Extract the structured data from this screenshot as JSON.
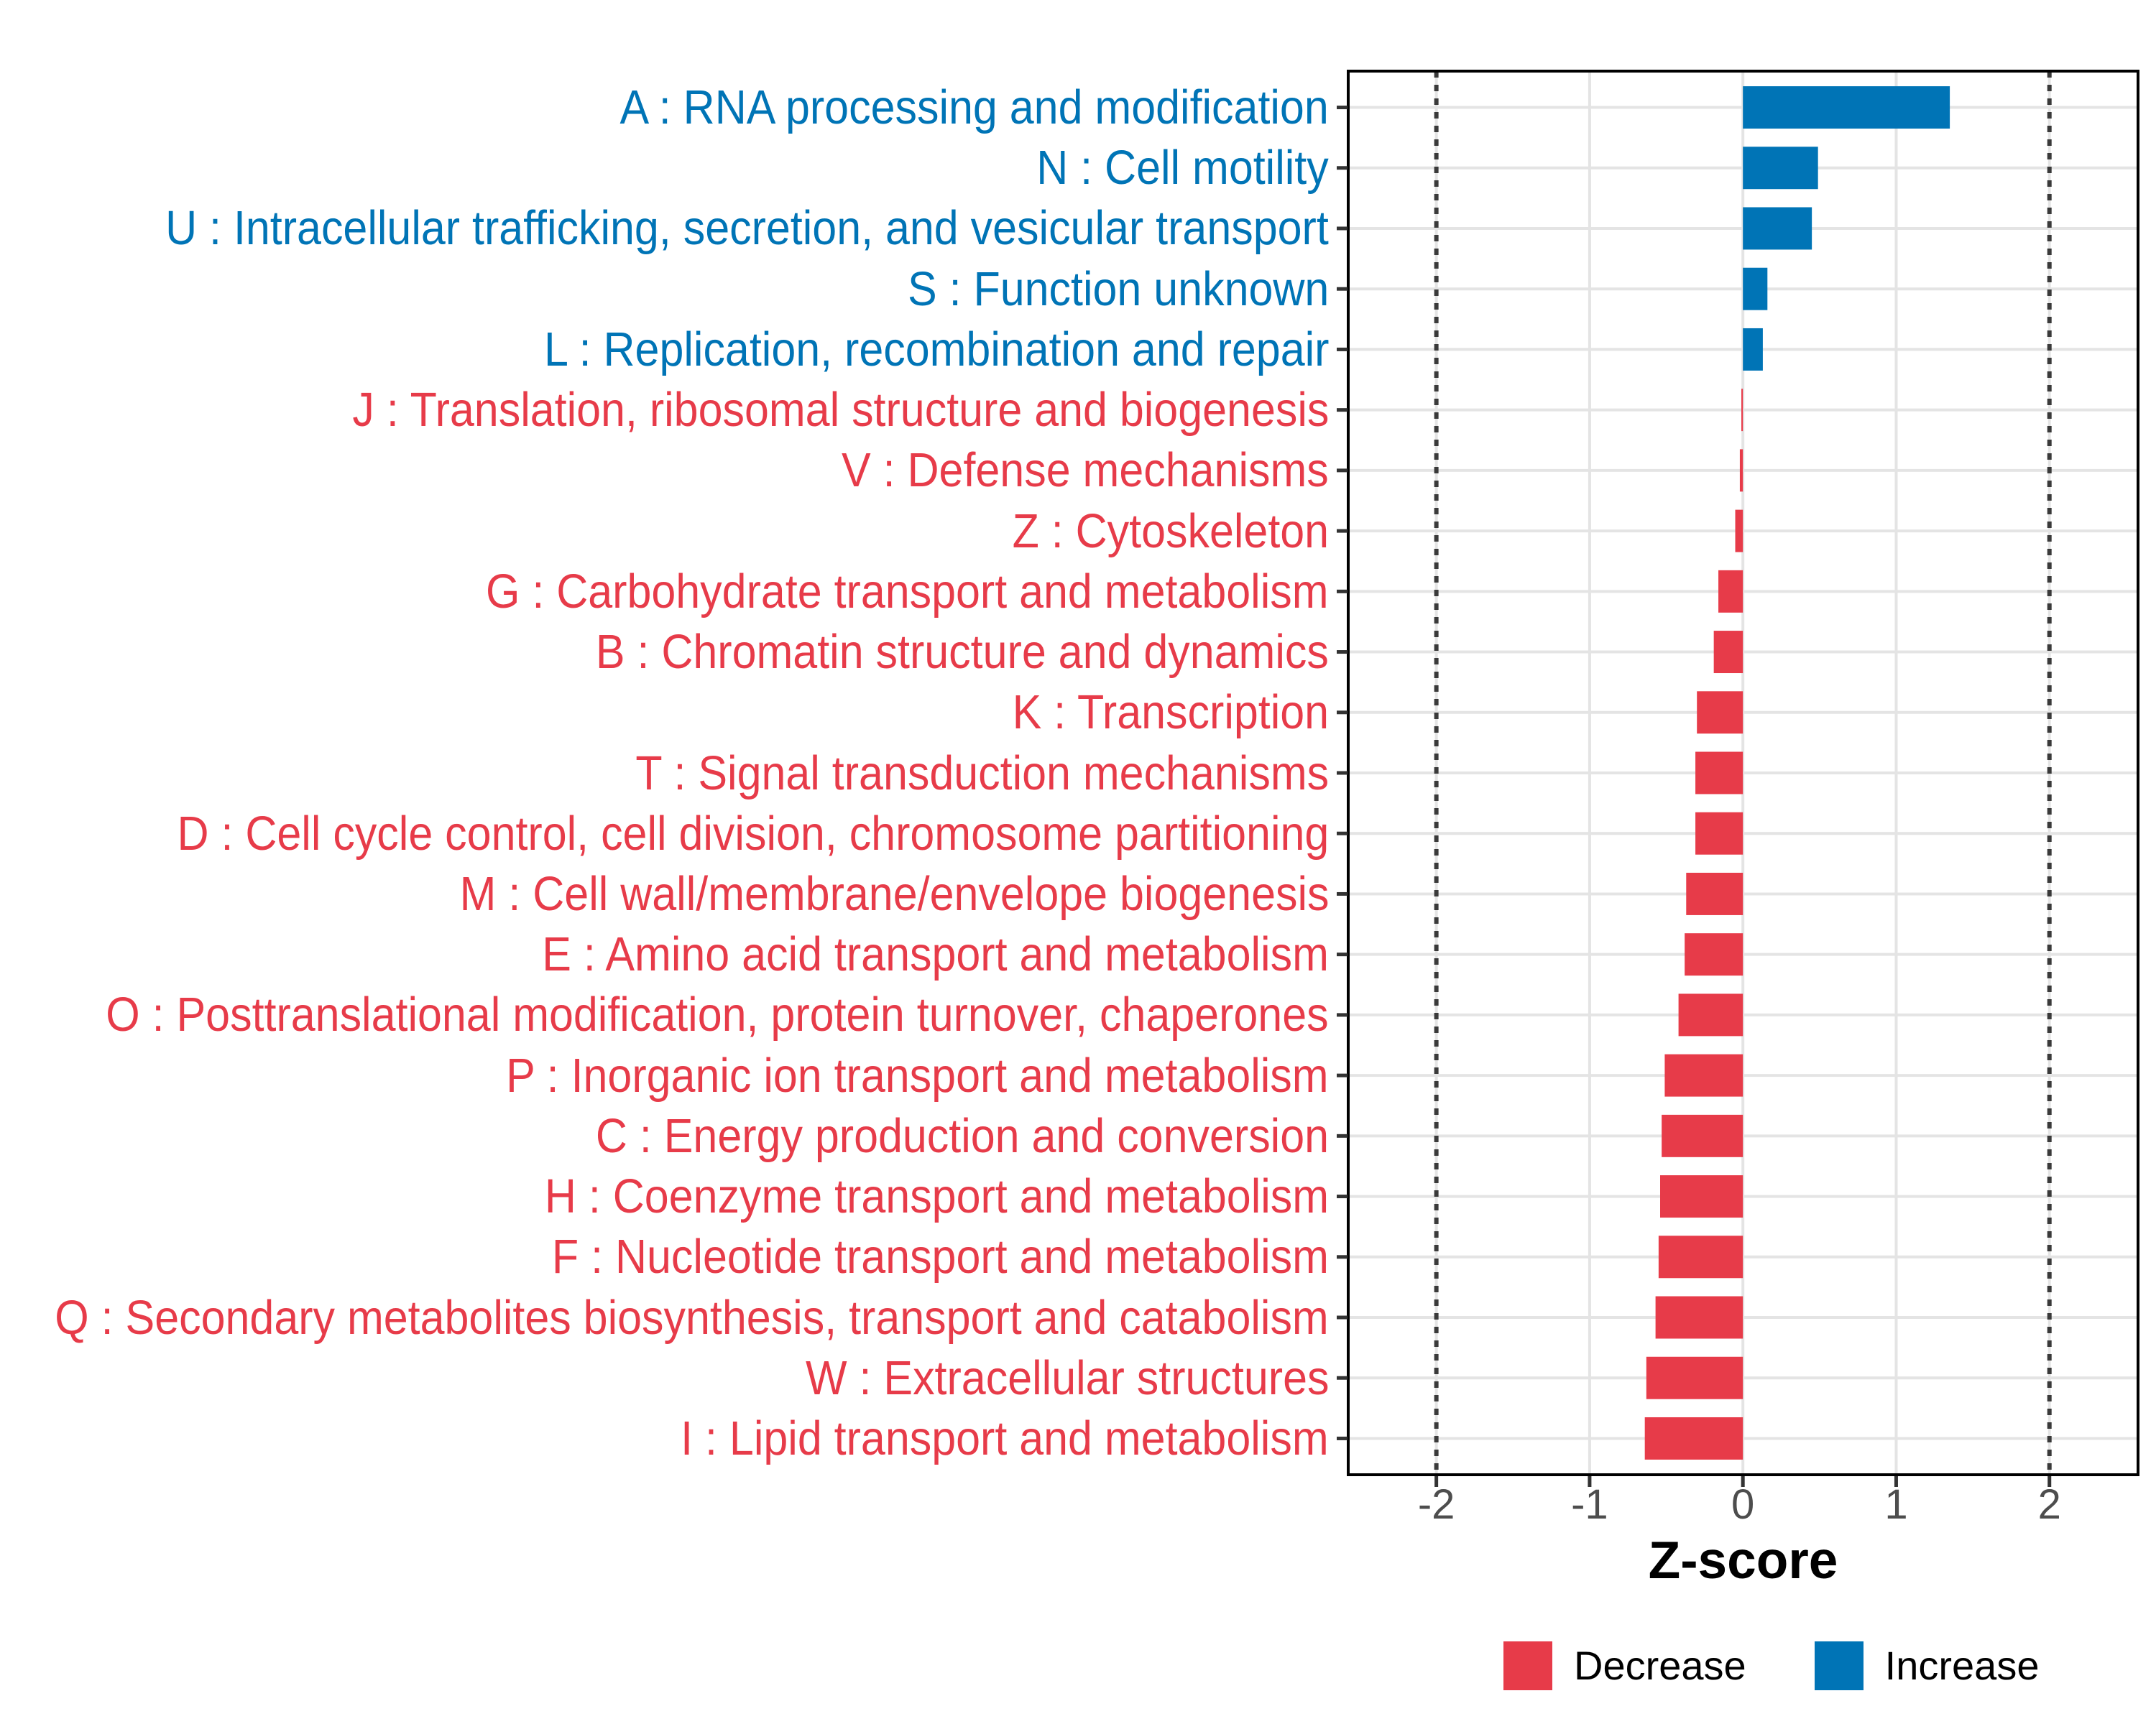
{
  "figure": {
    "background": "#FFFFFF"
  },
  "chart_data": {
    "type": "bar",
    "orientation": "horizontal",
    "title": "",
    "xlabel": "Z-score",
    "x_ticks": [
      "-2",
      "-1",
      "0",
      "1",
      "2"
    ],
    "x_tick_values": [
      -2,
      -1,
      0,
      1,
      2
    ],
    "x_range": [
      -2.575,
      2.578
    ],
    "grid": true,
    "reference_lines": {
      "positions": [
        -2,
        2
      ],
      "style": "dotted",
      "color": "#3A3A3A"
    },
    "categories": [
      {
        "code": "A",
        "label": "A : RNA processing and modification",
        "value": 1.35,
        "group": "Increase"
      },
      {
        "code": "N",
        "label": "N : Cell motility",
        "value": 0.49,
        "group": "Increase"
      },
      {
        "code": "U",
        "label": "U : Intracellular trafficking, secretion, and vesicular transport",
        "value": 0.45,
        "group": "Increase"
      },
      {
        "code": "S",
        "label": "S : Function unknown",
        "value": 0.16,
        "group": "Increase"
      },
      {
        "code": "L",
        "label": "L : Replication, recombination and repair",
        "value": 0.13,
        "group": "Increase"
      },
      {
        "code": "J",
        "label": "J : Translation, ribosomal structure and biogenesis",
        "value": -0.01,
        "group": "Decrease"
      },
      {
        "code": "V",
        "label": "V : Defense mechanisms",
        "value": -0.02,
        "group": "Decrease"
      },
      {
        "code": "Z",
        "label": "Z : Cytoskeleton",
        "value": -0.05,
        "group": "Decrease"
      },
      {
        "code": "G",
        "label": "G : Carbohydrate transport and metabolism",
        "value": -0.16,
        "group": "Decrease"
      },
      {
        "code": "B",
        "label": "B : Chromatin structure and dynamics",
        "value": -0.19,
        "group": "Decrease"
      },
      {
        "code": "K",
        "label": "K : Transcription",
        "value": -0.3,
        "group": "Decrease"
      },
      {
        "code": "T",
        "label": "T : Signal transduction mechanisms",
        "value": -0.31,
        "group": "Decrease"
      },
      {
        "code": "D",
        "label": "D : Cell cycle control, cell division, chromosome partitioning",
        "value": -0.31,
        "group": "Decrease"
      },
      {
        "code": "M",
        "label": "M : Cell wall/membrane/envelope biogenesis",
        "value": -0.37,
        "group": "Decrease"
      },
      {
        "code": "E",
        "label": "E : Amino acid transport and metabolism",
        "value": -0.38,
        "group": "Decrease"
      },
      {
        "code": "O",
        "label": "O : Posttranslational modification, protein turnover, chaperones",
        "value": -0.42,
        "group": "Decrease"
      },
      {
        "code": "P",
        "label": "P : Inorganic ion transport and metabolism",
        "value": -0.51,
        "group": "Decrease"
      },
      {
        "code": "C",
        "label": "C : Energy production and conversion",
        "value": -0.53,
        "group": "Decrease"
      },
      {
        "code": "H",
        "label": "H : Coenzyme transport and metabolism",
        "value": -0.54,
        "group": "Decrease"
      },
      {
        "code": "F",
        "label": "F : Nucleotide transport and metabolism",
        "value": -0.55,
        "group": "Decrease"
      },
      {
        "code": "Q",
        "label": "Q : Secondary metabolites biosynthesis, transport and catabolism",
        "value": -0.57,
        "group": "Decrease"
      },
      {
        "code": "W",
        "label": "W : Extracellular structures",
        "value": -0.63,
        "group": "Decrease"
      },
      {
        "code": "I",
        "label": "I : Lipid transport and metabolism",
        "value": -0.64,
        "group": "Decrease"
      }
    ],
    "legend": {
      "position": "bottom",
      "items": [
        {
          "key": "Decrease",
          "label": "Decrease",
          "color": "#E73B49"
        },
        {
          "key": "Increase",
          "label": "Increase",
          "color": "#0074B6"
        }
      ]
    },
    "style_colors": {
      "increase": "#0074B6",
      "decrease": "#E73B49",
      "grid": "#E4E4E4",
      "panel_border": "#000000",
      "axis_tick": "#333333",
      "axis_tick_label": "#4D4D4D"
    }
  }
}
